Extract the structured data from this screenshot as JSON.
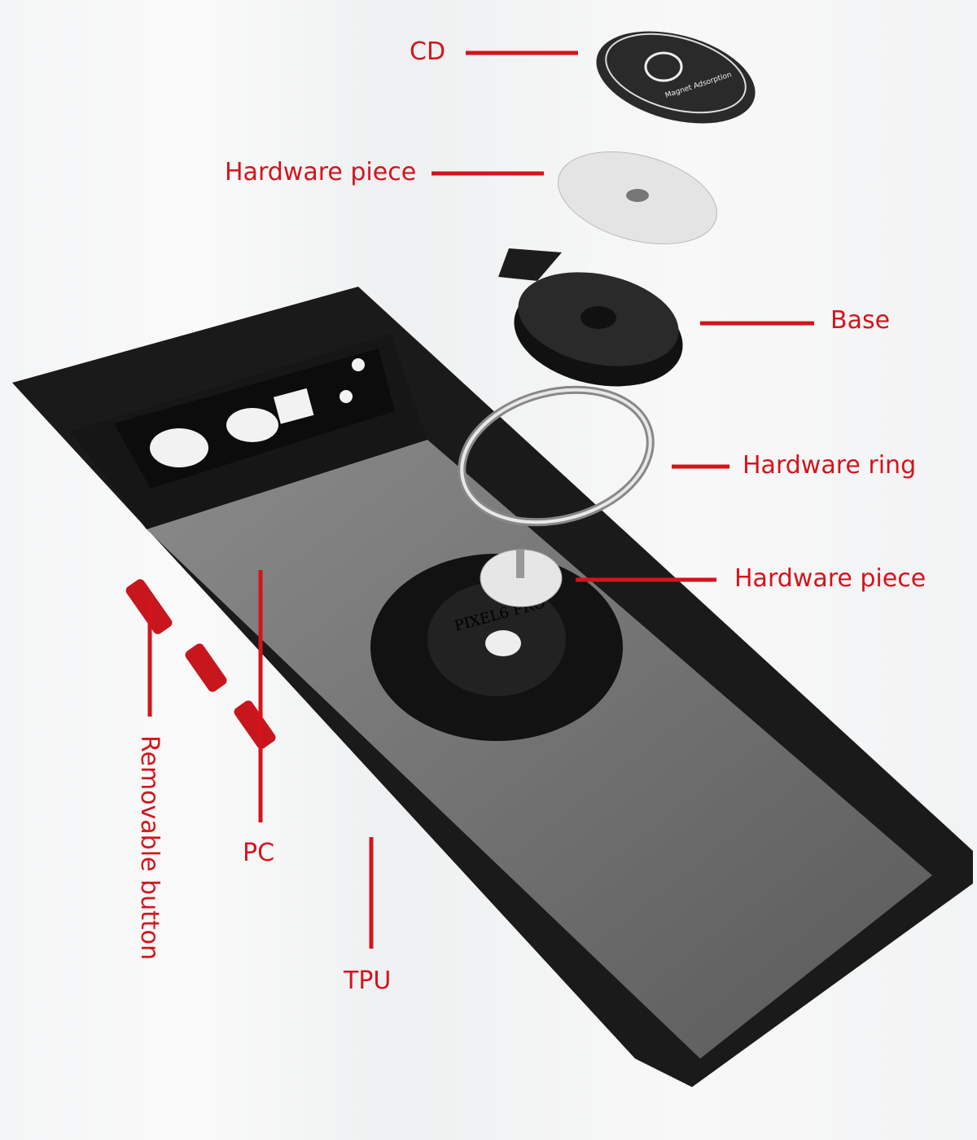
{
  "labels": {
    "cd": "CD",
    "hardware_piece_top": "Hardware piece",
    "base": "Base",
    "hardware_ring": "Hardware ring",
    "hardware_piece_bottom": "Hardware piece",
    "removable_button": "Removable button",
    "pc": "PC",
    "tpu": "TPU"
  },
  "product_markings": {
    "cd_text": "Magnet Adsorption",
    "mount_text": "PIXEL6 PRO"
  },
  "colors": {
    "accent": "#d4141c"
  }
}
